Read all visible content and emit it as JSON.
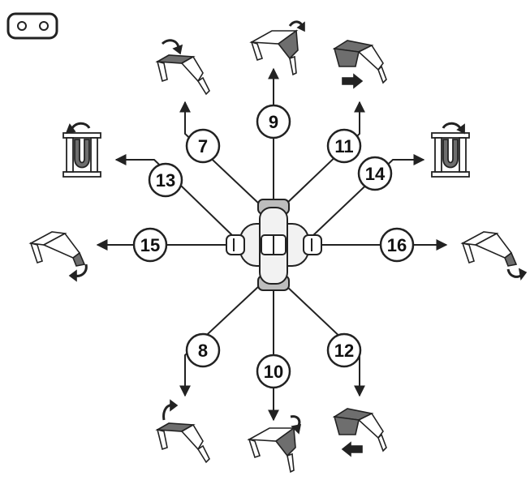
{
  "diagram": {
    "controls": [
      {
        "id": "7",
        "label": "7"
      },
      {
        "id": "8",
        "label": "8"
      },
      {
        "id": "9",
        "label": "9"
      },
      {
        "id": "10",
        "label": "10"
      },
      {
        "id": "11",
        "label": "11"
      },
      {
        "id": "12",
        "label": "12"
      },
      {
        "id": "13",
        "label": "13"
      },
      {
        "id": "14",
        "label": "14"
      },
      {
        "id": "15",
        "label": "15"
      },
      {
        "id": "16",
        "label": "16"
      }
    ],
    "icons": {
      "corner": "two-dot-indicator-icon",
      "seat": "seat-adjust-icon",
      "lumbar": "lumbar-support-icon",
      "rotate": "rotate-arrow-icon",
      "slide": "slide-arrow-icon"
    },
    "colors": {
      "ink": "#222222",
      "fill_light": "#ffffff",
      "fill_dark": "#6e6e6e",
      "fill_mid": "#bdbdbd"
    }
  }
}
